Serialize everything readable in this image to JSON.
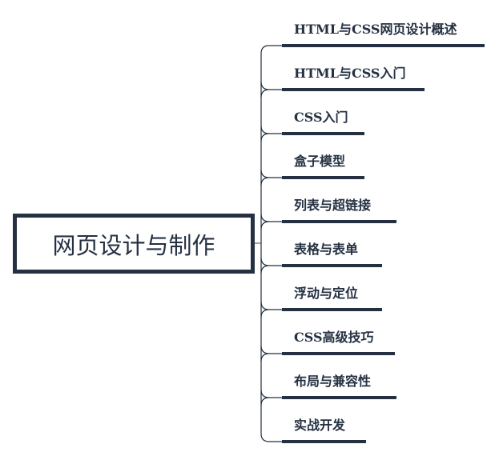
{
  "root": {
    "label": "网页设计与制作"
  },
  "branches": [
    {
      "label": "HTML与CSS网页设计概述"
    },
    {
      "label": "HTML与CSS入门"
    },
    {
      "label": "CSS入门"
    },
    {
      "label": "盒子模型"
    },
    {
      "label": "列表与超链接"
    },
    {
      "label": "表格与表单"
    },
    {
      "label": "浮动与定位"
    },
    {
      "label": "CSS高级技巧"
    },
    {
      "label": "布局与兼容性"
    },
    {
      "label": "实战开发"
    }
  ],
  "colors": {
    "primary": "#253142",
    "connector": "#888888"
  }
}
